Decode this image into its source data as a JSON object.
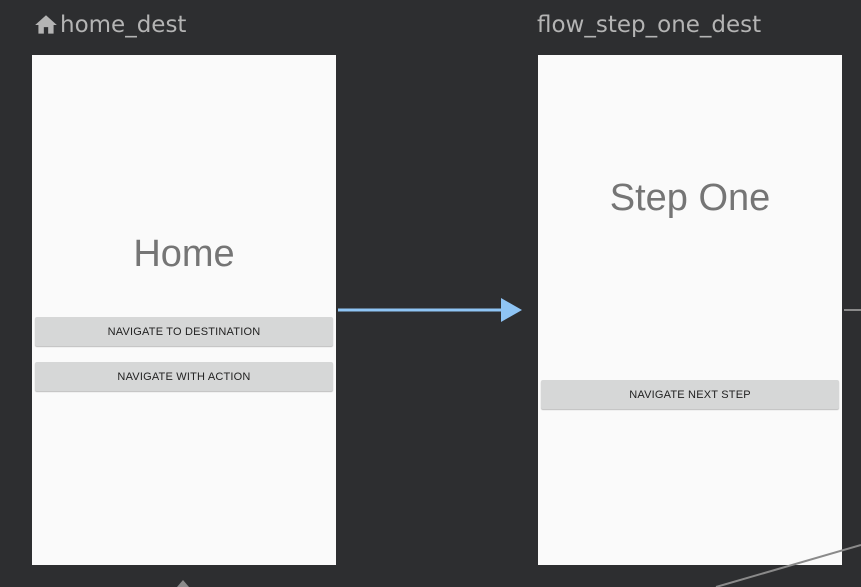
{
  "destinations": [
    {
      "id": "home_dest",
      "is_start": true,
      "icon": "home-icon",
      "screen_title": "Home",
      "buttons": [
        "NAVIGATE TO DESTINATION",
        "NAVIGATE WITH ACTION"
      ]
    },
    {
      "id": "flow_step_one_dest",
      "is_start": false,
      "screen_title": "Step One",
      "buttons": [
        "NAVIGATE NEXT STEP"
      ]
    }
  ],
  "colors": {
    "canvas": "#2d2e30",
    "action_arrow": "#8ec4f4",
    "connector": "#8a8a8a"
  }
}
